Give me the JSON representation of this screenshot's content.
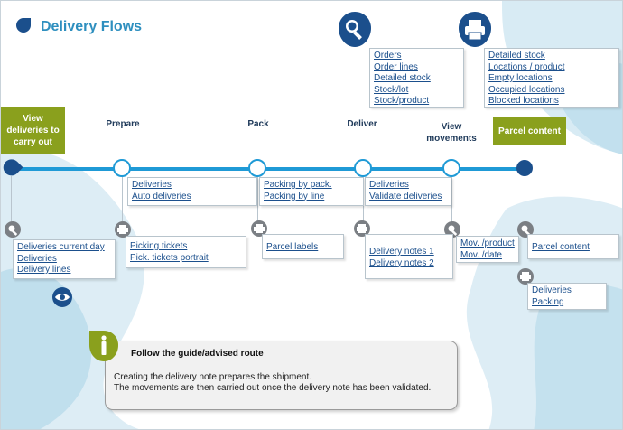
{
  "header": {
    "title": "Delivery Flows"
  },
  "top_lists": {
    "search": [
      "Orders",
      "Order lines",
      "Detailed stock",
      "Stock/lot",
      "Stock/product"
    ],
    "print": [
      "Detailed stock",
      "Locations / product",
      "Empty locations",
      "Occupied locations",
      "Blocked locations"
    ]
  },
  "stages": {
    "start": "View deliveries to carry out",
    "prepare": "Prepare",
    "pack": "Pack",
    "deliver": "Deliver",
    "view_movements": "View movements",
    "end": "Parcel content"
  },
  "stage_links": {
    "prepare": [
      "Deliveries",
      "Auto deliveries"
    ],
    "pack": [
      "Packing by pack.",
      "Packing by line"
    ],
    "deliver": [
      "Deliveries",
      "Validate deliveries"
    ]
  },
  "detail_lists": {
    "start": [
      "Deliveries current day",
      "Deliveries",
      "Delivery lines"
    ],
    "prepare": [
      "Picking tickets",
      "Pick. tickets portrait"
    ],
    "pack": [
      "Parcel labels"
    ],
    "deliver": [
      "Delivery notes 1",
      "Delivery notes 2"
    ],
    "movements": [
      "Mov. /product",
      "Mov. /date"
    ],
    "end_query": [
      "Parcel content"
    ],
    "end_print": [
      "Deliveries",
      "Packing"
    ]
  },
  "guide": {
    "title": "Follow the guide/advised route",
    "line1": "Creating the delivery note prepares the shipment.",
    "line2": "The movements are then carried out once the delivery note has been validated."
  },
  "colors": {
    "accent": "#2e8fbf",
    "dark_blue": "#1b4f8c",
    "green": "#8aa01d",
    "link": "#1b4f8c"
  },
  "icons": [
    "search-icon",
    "printer-icon",
    "eye-icon",
    "info-icon"
  ]
}
